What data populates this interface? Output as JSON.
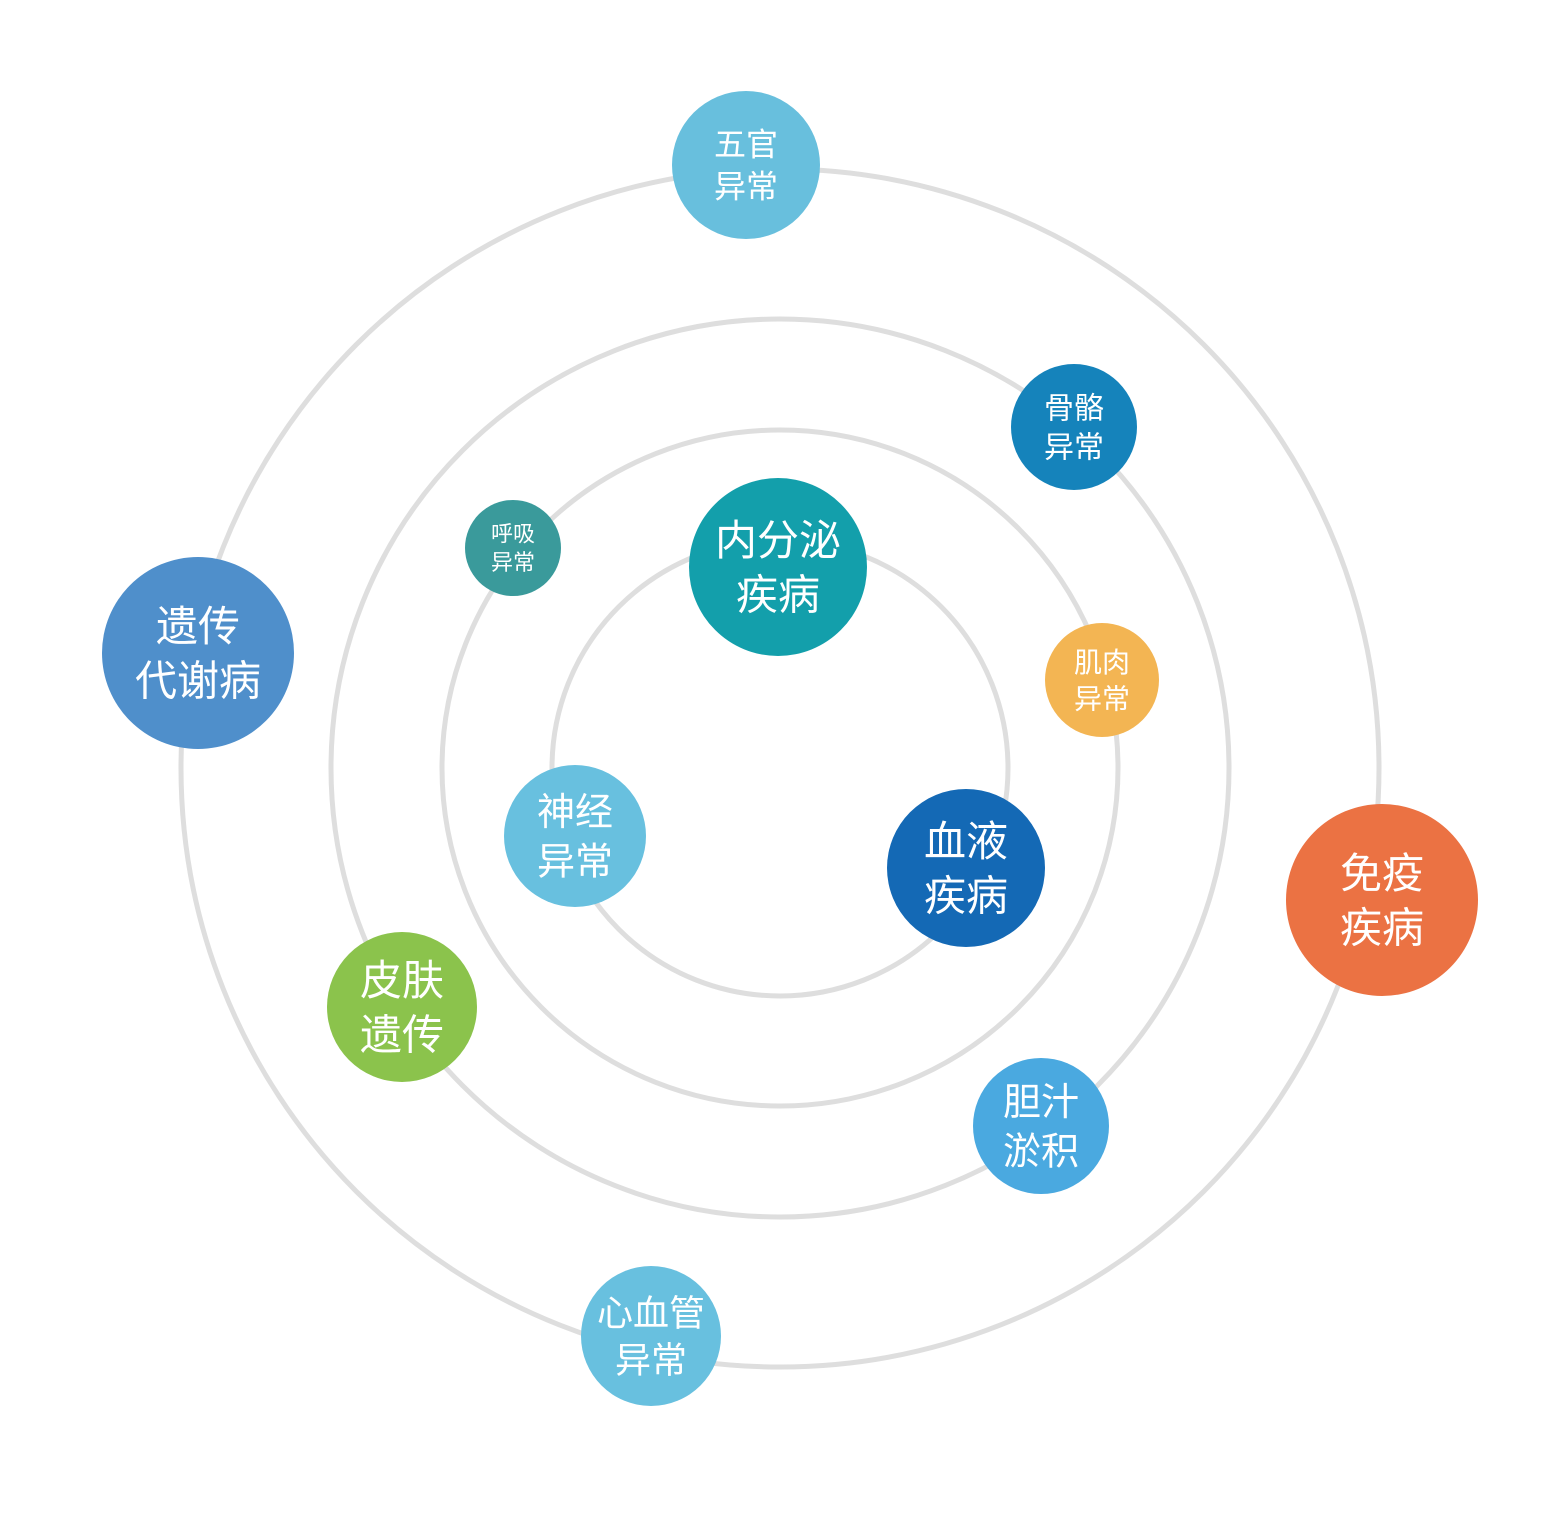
{
  "diagram": {
    "ring_color": "#dedede",
    "nodes": [
      {
        "id": "wuguan",
        "lines": [
          "五官",
          "异常"
        ],
        "color": "#68bfdd"
      },
      {
        "id": "guge",
        "lines": [
          "骨骼",
          "异常"
        ],
        "color": "#1583bb"
      },
      {
        "id": "huxi",
        "lines": [
          "呼吸",
          "异常"
        ],
        "color": "#3a9a9b"
      },
      {
        "id": "neifenmi",
        "lines": [
          "内分泌",
          "疾病"
        ],
        "color": "#139fab"
      },
      {
        "id": "yichuan-daixie",
        "lines": [
          "遗传",
          "代谢病"
        ],
        "color": "#4f8fcb"
      },
      {
        "id": "jirou",
        "lines": [
          "肌肉",
          "异常"
        ],
        "color": "#f3b553"
      },
      {
        "id": "shenjing",
        "lines": [
          "神经",
          "异常"
        ],
        "color": "#68c0df"
      },
      {
        "id": "xueye",
        "lines": [
          "血液",
          "疾病"
        ],
        "color": "#1469b5"
      },
      {
        "id": "mianyi",
        "lines": [
          "免疫",
          "疾病"
        ],
        "color": "#eb7243"
      },
      {
        "id": "pifu",
        "lines": [
          "皮肤",
          "遗传"
        ],
        "color": "#8bc34c"
      },
      {
        "id": "danzhi",
        "lines": [
          "胆汁",
          "淤积"
        ],
        "color": "#4aa9e0"
      },
      {
        "id": "xinxueguan",
        "lines": [
          "心血管",
          "异常"
        ],
        "color": "#68c0df"
      }
    ]
  }
}
